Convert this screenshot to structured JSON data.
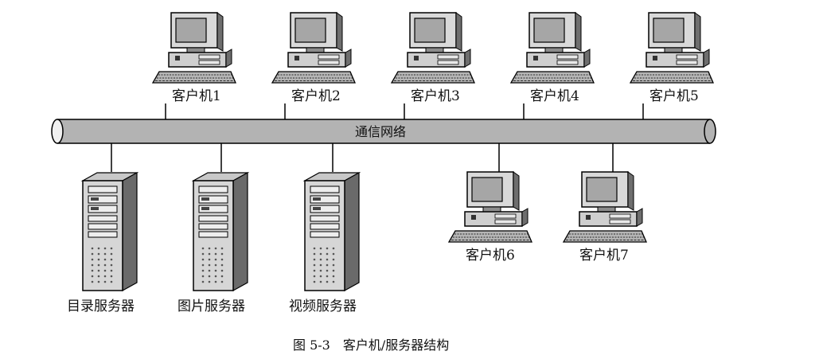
{
  "network": {
    "label": "通信网络"
  },
  "clients_top": [
    {
      "label": "客户机1"
    },
    {
      "label": "客户机2"
    },
    {
      "label": "客户机3"
    },
    {
      "label": "客户机4"
    },
    {
      "label": "客户机5"
    }
  ],
  "clients_bottom": [
    {
      "label": "客户机6"
    },
    {
      "label": "客户机7"
    }
  ],
  "servers": [
    {
      "label": "目录服务器"
    },
    {
      "label": "图片服务器"
    },
    {
      "label": "视频服务器"
    }
  ],
  "caption": "图 5-3　客户机/服务器结构"
}
